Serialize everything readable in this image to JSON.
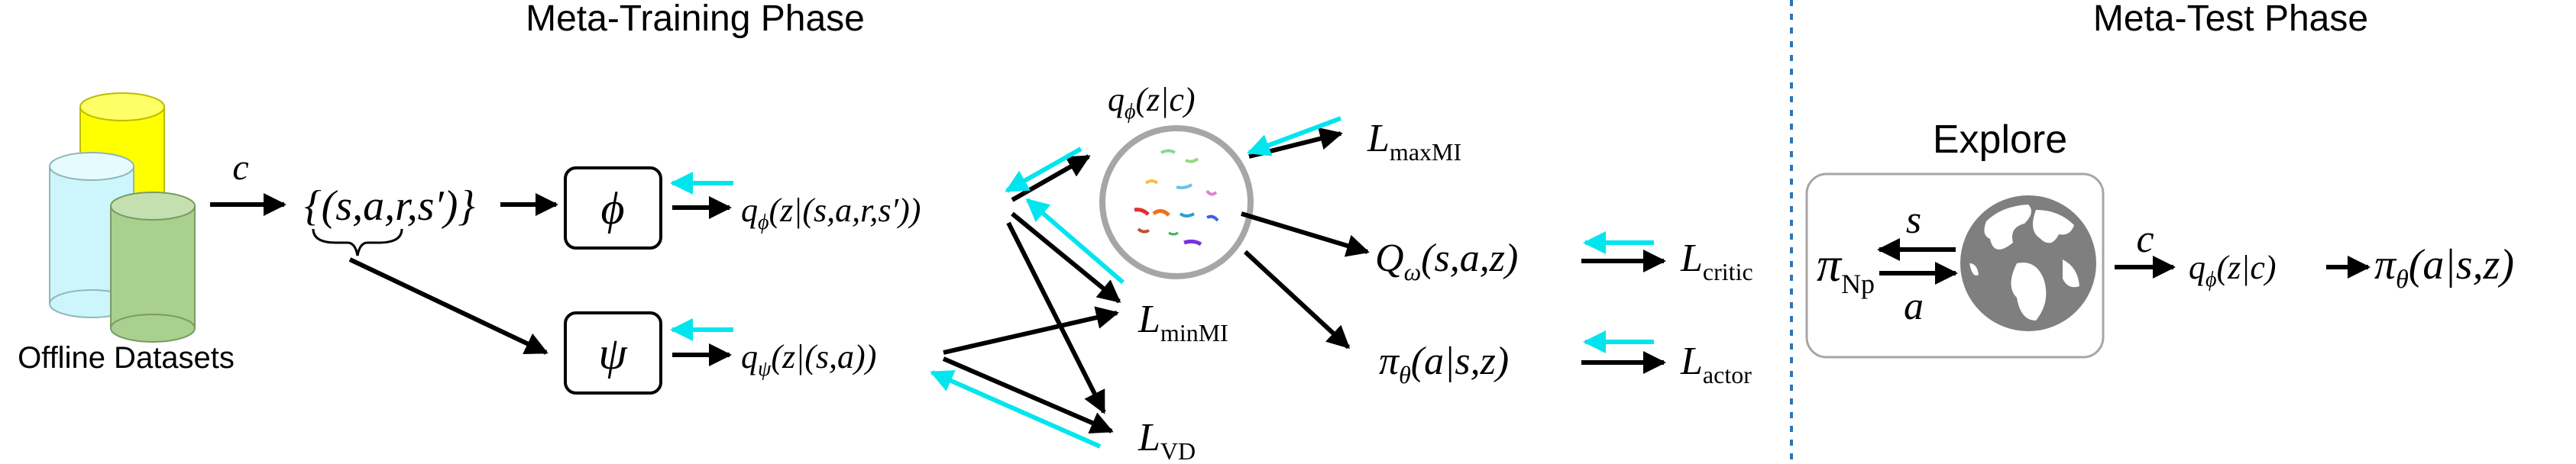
{
  "headings": {
    "train": "Meta-Training Phase",
    "test": "Meta-Test Phase"
  },
  "datasets_label": "Offline Datasets",
  "explore_label": "Explore",
  "labels": {
    "c": "c",
    "tuple": "{(s,a,r,s′)}",
    "phi": "ϕ",
    "psi": "ψ",
    "q_phi_full": "qϕ(z|(s,a,r,s′))",
    "q_psi": "qψ(z|(s,a))",
    "q_phi_c": "qϕ(z|c)",
    "L_maxMI": "LmaxMI",
    "L_minMI": "LminMI",
    "L_VD": "LVD",
    "Q_omega": "Qω(s,a,z)",
    "L_critic": "Lcritic",
    "pi_theta": "πθ(a|s,z)",
    "L_actor": "Lactor",
    "pi_Np": "πNp",
    "s": "s",
    "a": "a",
    "test_c": "c",
    "test_q": "qϕ(z|c)",
    "test_pi": "πθ(a|s,z)"
  },
  "colors": {
    "accent_arrow": "#00e5ee",
    "dataset_yellow": "#ffff00",
    "dataset_cyan": "#ccf6fb",
    "dataset_green": "#a9d08e",
    "divider": "#2e75b6"
  },
  "icons": [
    "database-cylinders-icon",
    "latent-cluster-circle-icon",
    "globe-icon"
  ]
}
